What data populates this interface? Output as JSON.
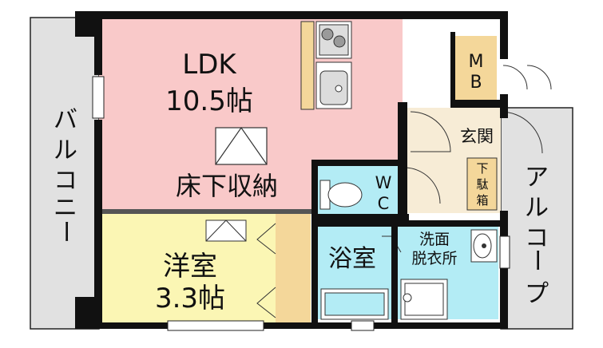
{
  "rooms": {
    "ldk": {
      "name": "LDK",
      "size": "10.5帖"
    },
    "underfloor": {
      "name": "床下収納"
    },
    "western": {
      "name": "洋室",
      "size": "3.3帖"
    },
    "mb": {
      "line1": "M",
      "line2": "B"
    },
    "genkan": {
      "name": "玄関"
    },
    "getabako": {
      "line1": "下",
      "line2": "駄",
      "line3": "箱"
    },
    "wc": {
      "line1": "W",
      "line2": "C"
    },
    "bath": {
      "name": "浴室"
    },
    "washroom": {
      "line1": "洗面",
      "line2": "脱衣所"
    }
  },
  "balcony": {
    "chars": [
      "バ",
      "ル",
      "コ",
      "ニ",
      "ー"
    ]
  },
  "alcove": {
    "chars": [
      "ア",
      "ル",
      "コ",
      "ー",
      "プ"
    ]
  },
  "colors": {
    "ldk": "#f9c9c9",
    "western": "#fbf6b4",
    "wet": "#b3ecf5",
    "storage": "#f4d79a",
    "genkan": "#f7ecd6",
    "outdoor": "#e1e1e1",
    "wall": "#111111"
  }
}
